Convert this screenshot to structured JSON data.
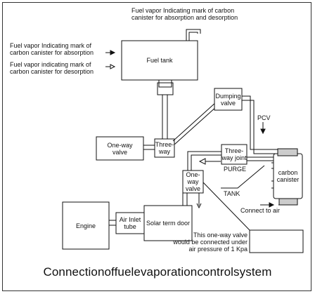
{
  "labels": {
    "top_note": "Fuel vapor Indicating mark of carbon\ncanister for absorption and desorption",
    "absorption_note": "Fuel vapor Indicating mark of\ncarbon canister for absorption",
    "desorption_note": "Fuel vapor indicating mark of\ncarbon canister for desorption",
    "fuel_tank": "Fuel tank",
    "one_way_valve_left": "One-way\nvalve",
    "three_way_top": "Three-\nway",
    "dumping_valve": "Dumping\nvalve",
    "pcv": "PCV",
    "three_way_joint": "Three-\nway joint",
    "purge": "PURGE",
    "one_way_valve_mid": "One-way\nvalve",
    "tank": "TANK",
    "carbon_canister": "carbon\ncanister",
    "connect_to_air": "Connect to air",
    "engine": "Engine",
    "air_inlet_tube": "Air Inlet\ntube",
    "solar_term_door": "Solar term door",
    "valve_note": "This one-way valve\nwould be connected under\nair pressure of 1 Kpa"
  },
  "caption": "Connectionoffuelevaporationcontrolsystem"
}
